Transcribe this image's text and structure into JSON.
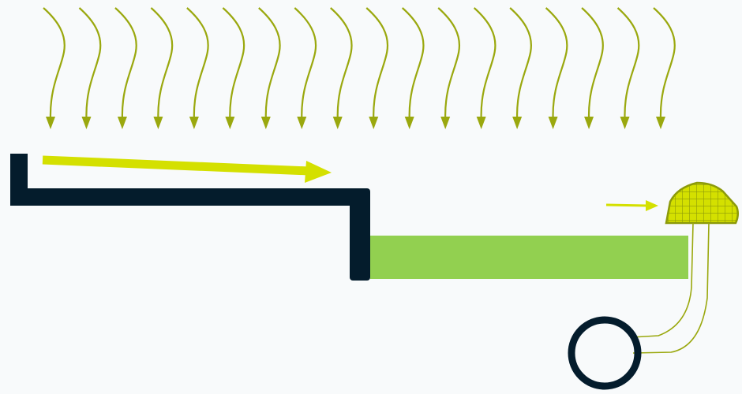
{
  "colors": {
    "background": "#f8fafb",
    "rain_arrows": "#9aa80e",
    "flow_arrow": "#d4e000",
    "vessel_wall": "#041c2c",
    "liquid": "#92d050",
    "filter_head": "#d4e000",
    "filter_outline": "#8c9a0a",
    "ring": "#041c2c"
  },
  "icons": {
    "rain_arrows": "wavy-down-arrow",
    "flow_arrow": "right-arrow",
    "small_arrow": "right-arrow",
    "filter": "mesh-dome-filter",
    "ring": "ring"
  },
  "counts": {
    "rain_arrows": 18
  }
}
